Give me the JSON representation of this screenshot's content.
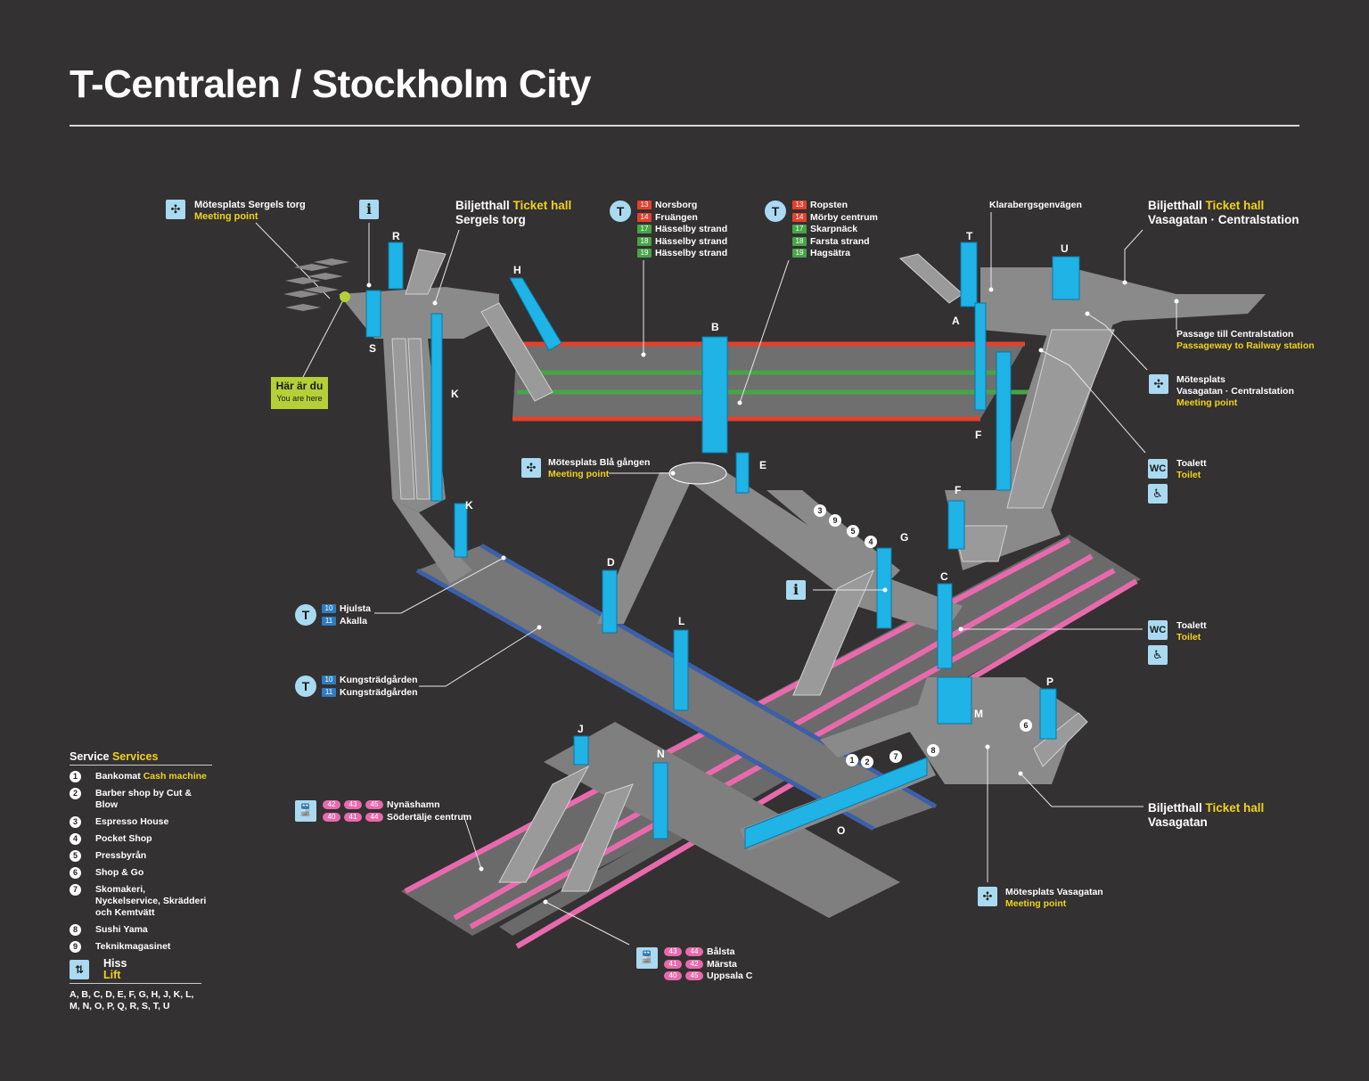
{
  "title": "T-Centralen / Stockholm City",
  "colors": {
    "background": "#333132",
    "level": "#8c8c8c",
    "lift": "#1fb3e6",
    "red_line": "#e3412e",
    "green_line": "#47a447",
    "blue_line": "#3d5fa8",
    "pink_line": "#e86aad",
    "highlight": "#f2d21b",
    "you_are_here": "#b5cf37"
  },
  "you_are_here": {
    "sv": "Här är du",
    "en": "You are here"
  },
  "meeting_sergels": {
    "sv": "Mötesplats Sergels torg",
    "en": "Meeting point"
  },
  "ticket_hall_sergels": {
    "sv": "Biljetthall",
    "en": "Ticket hall",
    "place": "Sergels torg"
  },
  "metro_red": {
    "routes": [
      {
        "n": "13",
        "c": "red",
        "dest": "Norsborg"
      },
      {
        "n": "14",
        "c": "red",
        "dest": "Fruängen"
      },
      {
        "n": "17",
        "c": "grn",
        "dest": "Hässelby strand"
      },
      {
        "n": "18",
        "c": "grn",
        "dest": "Hässelby strand"
      },
      {
        "n": "19",
        "c": "grn",
        "dest": "Hässelby strand"
      }
    ]
  },
  "metro_red2": {
    "routes": [
      {
        "n": "13",
        "c": "red",
        "dest": "Ropsten"
      },
      {
        "n": "14",
        "c": "red",
        "dest": "Mörby centrum"
      },
      {
        "n": "17",
        "c": "grn",
        "dest": "Skarpnäck"
      },
      {
        "n": "18",
        "c": "grn",
        "dest": "Farsta strand"
      },
      {
        "n": "19",
        "c": "grn",
        "dest": "Hagsätra"
      }
    ]
  },
  "klarabergsgenvagen": "Klarabergsgenvägen",
  "ticket_hall_vasa_central": {
    "sv": "Biljetthall",
    "en": "Ticket hall",
    "place": "Vasagatan · Centralstation"
  },
  "passage": {
    "sv": "Passage till Centralstation",
    "en": "Passageway to Railway station"
  },
  "meeting_vasa_central": {
    "sv1": "Mötesplats",
    "sv2": "Vasagatan · Centralstation",
    "en": "Meeting point"
  },
  "toilet1": {
    "sv": "Toalett",
    "en": "Toilet"
  },
  "toilet2": {
    "sv": "Toalett",
    "en": "Toilet"
  },
  "meeting_bla": {
    "sv": "Mötesplats Blå gången",
    "en": "Meeting point"
  },
  "blue_a": {
    "routes": [
      {
        "n": "10",
        "dest": "Hjulsta"
      },
      {
        "n": "11",
        "dest": "Akalla"
      }
    ]
  },
  "blue_b": {
    "routes": [
      {
        "n": "10",
        "dest": "Kungsträdgården"
      },
      {
        "n": "11",
        "dest": "Kungsträdgården"
      }
    ]
  },
  "commuter_a": {
    "rows": [
      {
        "nums": [
          "42",
          "43",
          "45"
        ],
        "dest": "Nynäshamn"
      },
      {
        "nums": [
          "40",
          "41",
          "44"
        ],
        "dest": "Södertälje centrum"
      }
    ]
  },
  "commuter_b": {
    "rows": [
      {
        "nums": [
          "43",
          "44"
        ],
        "dest": "Bålsta"
      },
      {
        "nums": [
          "41",
          "42"
        ],
        "dest": "Märsta"
      },
      {
        "nums": [
          "40",
          "45"
        ],
        "dest": "Uppsala C"
      }
    ]
  },
  "ticket_hall_vasa": {
    "sv": "Biljetthall",
    "en": "Ticket hall",
    "place": "Vasagatan"
  },
  "meeting_vasa": {
    "sv": "Mötesplats Vasagatan",
    "en": "Meeting point"
  },
  "icons": {
    "info": "i",
    "wc": "WC",
    "metro": "T",
    "meeting": "meeting-point-icon",
    "lift": "lift-icon",
    "train": "train-icon",
    "wheelchair": "wheelchair-icon"
  },
  "services": {
    "title_sv": "Service",
    "title_en": "Services",
    "items": [
      {
        "n": "1",
        "sv": "Bankomat",
        "en": "Cash machine"
      },
      {
        "n": "2",
        "sv": "Barber shop by Cut & Blow",
        "en": ""
      },
      {
        "n": "3",
        "sv": "Espresso House",
        "en": ""
      },
      {
        "n": "4",
        "sv": "Pocket Shop",
        "en": ""
      },
      {
        "n": "5",
        "sv": "Pressbyrån",
        "en": ""
      },
      {
        "n": "6",
        "sv": "Shop & Go",
        "en": ""
      },
      {
        "n": "7",
        "sv": "Skomakeri, Nyckelservice, Skrädderi och Kemtvätt",
        "en": ""
      },
      {
        "n": "8",
        "sv": "Sushi Yama",
        "en": ""
      },
      {
        "n": "9",
        "sv": "Teknikmagasinet",
        "en": ""
      }
    ]
  },
  "lift": {
    "sv": "Hiss",
    "en": "Lift",
    "list": "A, B, C, D, E, F, G, H, J, K, L, M, N, O, P, Q, R, S, T, U"
  },
  "letters": [
    "R",
    "S",
    "H",
    "B",
    "T",
    "U",
    "A",
    "K",
    "K",
    "E",
    "F",
    "F",
    "G",
    "C",
    "D",
    "L",
    "J",
    "N",
    "M",
    "P",
    "O"
  ],
  "shop_markers": [
    "3",
    "9",
    "5",
    "4",
    "1",
    "2",
    "7",
    "8",
    "6"
  ]
}
